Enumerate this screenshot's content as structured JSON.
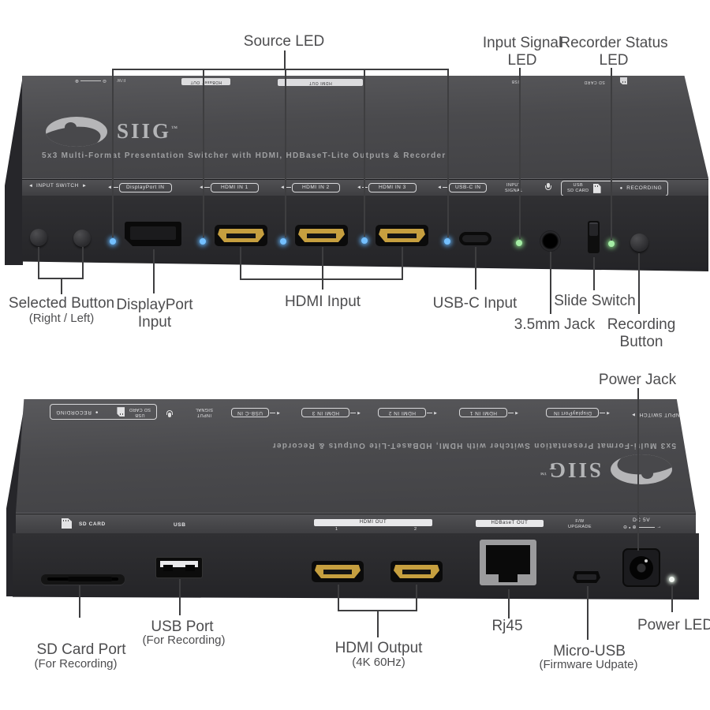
{
  "callouts": {
    "source_led": "Source LED",
    "input_signal_led_1": "Input Signal",
    "input_signal_led_2": "LED",
    "recorder_status_1": "Recorder Status",
    "recorder_status_2": "LED",
    "power_jack": "Power Jack",
    "selected_button": "Selected Button",
    "selected_button_sub": "(Right / Left)",
    "displayport_1": "DisplayPort",
    "displayport_2": "Input",
    "hdmi_input": "HDMI Input",
    "usbc_input": "USB-C Input",
    "jack_35": "3.5mm Jack",
    "slide_switch": "Slide Switch",
    "recording_1": "Recording",
    "recording_2": "Button",
    "sd_card_port": "SD Card Port",
    "sd_card_sub": "(For Recording)",
    "usb_port": "USB Port",
    "usb_port_sub": "(For Recording)",
    "hdmi_output": "HDMI Output",
    "hdmi_output_sub": "(4K 60Hz)",
    "rj45": "Rj45",
    "micro_usb": "Micro-USB",
    "micro_usb_sub": "(Firmware Udpate)",
    "power_led": "Power LED"
  },
  "device": {
    "brand": "SIIG",
    "trademark": "™",
    "tagline": "5x3 Multi-Format Presentation Switcher with HDMI, HDBaseT-Lite Outputs & Recorder",
    "front_labels": {
      "input_switch": "INPUT SWITCH",
      "displayport_in": "DisplayPort IN",
      "hdmi_in_1": "HDMI IN 1",
      "hdmi_in_2": "HDMI IN 2",
      "hdmi_in_3": "HDMI IN 3",
      "usbc_in": "USB-C IN",
      "input_signal_1": "INPUT",
      "input_signal_2": "SIGNAL",
      "usb": "USB",
      "sd_card": "SD CARD",
      "recording": "RECORDING"
    },
    "rear_labels": {
      "sd_card": "SD CARD",
      "usb": "USB",
      "hdmi_out": "HDMI OUT",
      "out_1": "1",
      "out_2": "2",
      "hdbaset_out": "HDBaseT OUT",
      "fw": "F/W",
      "upgrade": "UPGRADE",
      "dc_5v": "DC 5V"
    }
  },
  "glyphs": {
    "arrow_left": "◄",
    "arrow_right": "►",
    "record_dot": "●",
    "polarity_minus": "⊖",
    "polarity_plus": "⊕",
    "power_arrow": "→"
  },
  "colors": {
    "led_blue": "#74c0ff",
    "led_green": "#a5eda5",
    "led_power": "#f2f6f2",
    "hdmi_gold": "#c69f3f",
    "device_top": "#4a4a4d",
    "device_face": "#28282b",
    "callout_text": "#4d4d4f"
  }
}
